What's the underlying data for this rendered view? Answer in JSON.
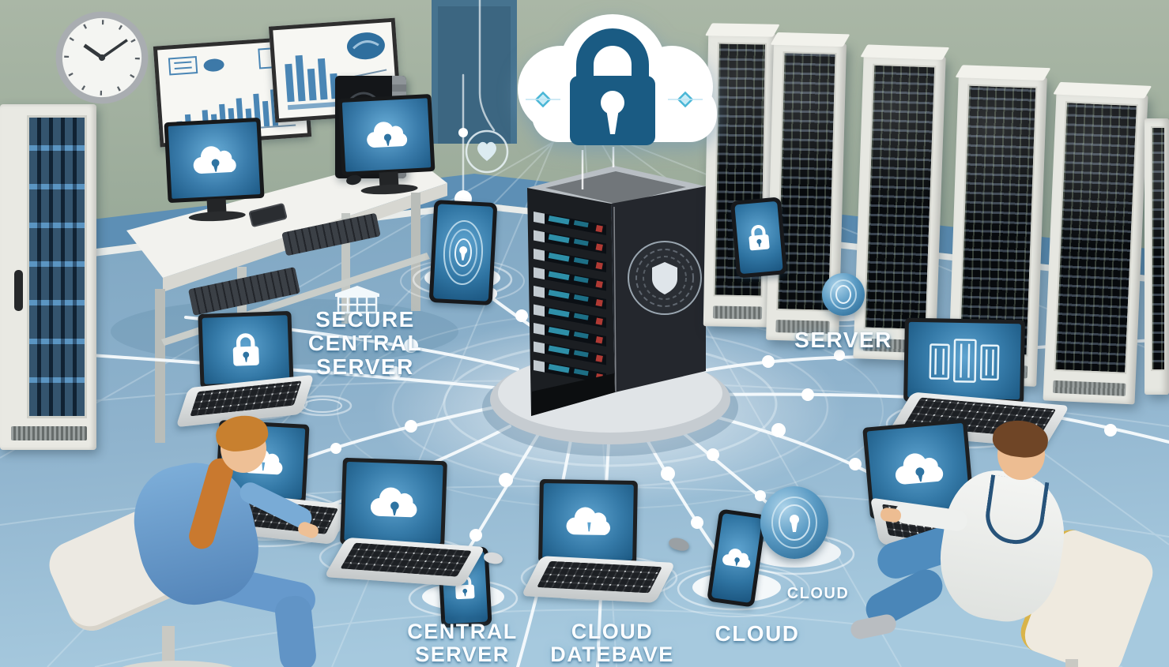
{
  "scene": {
    "description": "Isometric 3D illustration of a secure central server hub in a clinic-style server room. A black server tower stands on a round platform under a white cloud with a padlock; glowing white network lines with node dots radiate across a blue tiled floor to laptops, phones, spheres and server racks. Two healthcare workers sit on office chairs typing on laptops that show cloud and padlock icons.",
    "colors": {
      "wall_green": "#a4b2a1",
      "wainscot_stripe": "#5d8fb5",
      "floor_blue": "#8fb3cd",
      "network_line_white": "#f7fbfd",
      "lock_navy": "#1a5b83",
      "screen_blue": "#2f74a2",
      "cloud_white": "#ffffff",
      "server_black": "#1b1e22",
      "rack_frame_white": "#e6e7e1",
      "scrubs_blue": "#6b9dce",
      "coat_white": "#f0f2f0"
    },
    "objects": [
      "wall clock",
      "two framed bar-chart posters",
      "white desk with two monitors, keyboards, mouse and PC tower",
      "glass-door server cabinet (left)",
      "five white server racks (right)",
      "central black server tower on platform",
      "cloud with padlock",
      "six laptops",
      "four phones/tablets on pedestals",
      "two blue spheres with locks",
      "nurse in blue scrubs on chair",
      "doctor in white coat on chair"
    ]
  },
  "labels": {
    "hub": {
      "line1": "SECURE",
      "line2": "CENTRAL",
      "line3": "SERVER"
    },
    "server_right": {
      "text": "SERVER"
    },
    "central_server": {
      "line1": "CENTRAL",
      "line2": "SERVER"
    },
    "cloud_database": {
      "line1": "CLOUD",
      "line2": "DATEBAVE"
    },
    "cloud_bottom": {
      "text": "CLOUD"
    },
    "cloud_small": {
      "text": "CLOUD"
    }
  }
}
